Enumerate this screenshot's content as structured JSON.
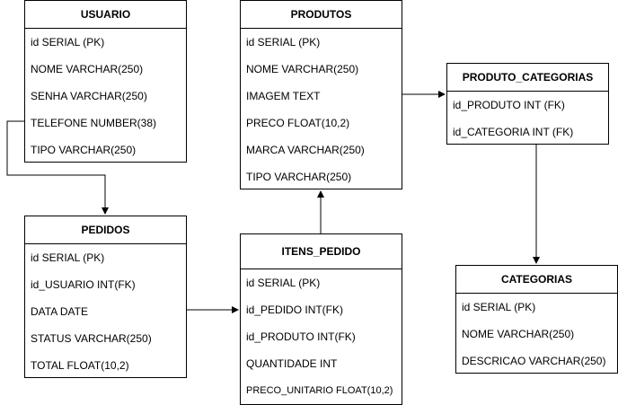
{
  "entities": {
    "usuario": {
      "title": "USUARIO",
      "fields": [
        "id SERIAL (PK)",
        "NOME VARCHAR(250)",
        "SENHA VARCHAR(250)",
        "TELEFONE NUMBER(38)",
        "TIPO VARCHAR(250)"
      ]
    },
    "produtos": {
      "title": "PRODUTOS",
      "fields": [
        "id SERIAL (PK)",
        "NOME VARCHAR(250)",
        "IMAGEM TEXT",
        "PRECO FLOAT(10,2)",
        "MARCA VARCHAR(250)",
        "TIPO VARCHAR(250)"
      ]
    },
    "produto_categorias": {
      "title": "PRODUTO_CATEGORIAS",
      "fields": [
        "id_PRODUTO INT (FK)",
        "id_CATEGORIA INT (FK)"
      ]
    },
    "pedidos": {
      "title": "PEDIDOS",
      "fields": [
        "id SERIAL (PK)",
        "id_USUARIO INT(FK)",
        "DATA DATE",
        "STATUS VARCHAR(250)",
        "TOTAL FLOAT(10,2)"
      ]
    },
    "itens_pedido": {
      "title": "ITENS_PEDIDO",
      "fields": [
        "id SERIAL (PK)",
        "id_PEDIDO INT(FK)",
        "id_PRODUTO INT(FK)",
        "QUANTIDADE INT",
        "PRECO_UNITARIO FLOAT(10,2)"
      ]
    },
    "categorias": {
      "title": "CATEGORIAS",
      "fields": [
        "id SERIAL (PK)",
        "NOME VARCHAR(250)",
        "DESCRICAO VARCHAR(250)"
      ]
    }
  },
  "colors": {
    "line": "#000000",
    "background": "#ffffff"
  }
}
